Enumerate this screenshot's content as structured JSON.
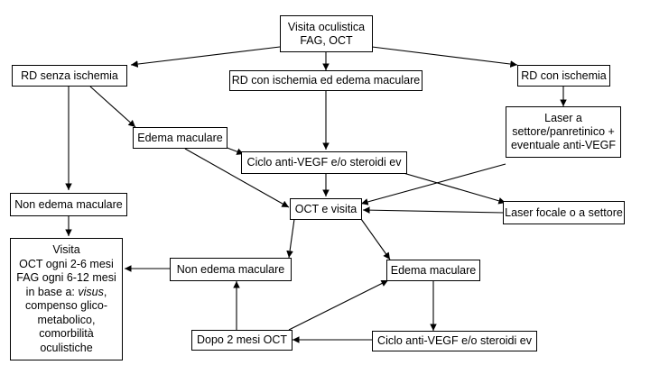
{
  "nodes": {
    "visita_oculistica": [
      "Visita oculistica",
      "FAG, OCT"
    ],
    "rd_senza_ischemia": [
      "RD senza ischemia"
    ],
    "rd_ischemia_edema": [
      "RD con ischemia ed edema maculare"
    ],
    "rd_con_ischemia": [
      "RD con ischemia"
    ],
    "laser_settore": [
      "Laser a",
      "settore/panretinico +",
      "eventuale anti-VEGF"
    ],
    "edema_maculare_1": [
      "Edema maculare"
    ],
    "ciclo_antivegf_1": [
      "Ciclo anti-VEGF e/o steroidi ev"
    ],
    "non_edema_1": [
      "Non edema maculare"
    ],
    "oct_visita": [
      "OCT e visita"
    ],
    "laser_focale": [
      "Laser focale o a settore"
    ],
    "visita_followup": [
      "Visita",
      "OCT ogni  2-6 mesi",
      "FAG ogni 6-12 mesi",
      "in base a: visus,",
      "compenso glico-",
      "metabolico,",
      "comorbilità",
      "oculistiche"
    ],
    "non_edema_2": [
      "Non edema maculare"
    ],
    "edema_maculare_2": [
      "Edema maculare"
    ],
    "dopo_2_mesi": [
      "Dopo 2 mesi OCT"
    ],
    "ciclo_antivegf_2": [
      "Ciclo anti-VEGF e/o steroidi ev"
    ]
  }
}
